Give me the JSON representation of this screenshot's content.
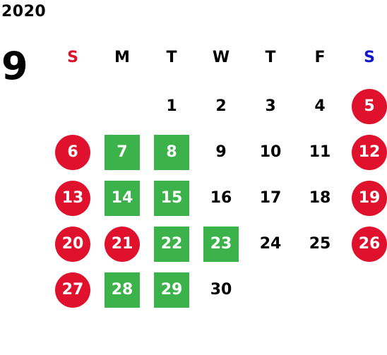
{
  "calendar": {
    "year": "2020",
    "month": "9",
    "weekdays": [
      "S",
      "M",
      "T",
      "W",
      "T",
      "F",
      "S"
    ],
    "weekday_colors": [
      "#e0112c",
      "#000000",
      "#000000",
      "#000000",
      "#000000",
      "#000000",
      "#1414d2"
    ],
    "colors": {
      "holiday": "#e0112c",
      "event": "#3cb24a",
      "normal_text": "#000000",
      "marked_text": "#ffffff"
    },
    "weeks": [
      [
        null,
        null,
        {
          "n": "1"
        },
        {
          "n": "2"
        },
        {
          "n": "3"
        },
        {
          "n": "4"
        },
        {
          "n": "5",
          "mark": "holiday"
        }
      ],
      [
        {
          "n": "6",
          "mark": "holiday"
        },
        {
          "n": "7",
          "mark": "event"
        },
        {
          "n": "8",
          "mark": "event"
        },
        {
          "n": "9"
        },
        {
          "n": "10"
        },
        {
          "n": "11"
        },
        {
          "n": "12",
          "mark": "holiday"
        }
      ],
      [
        {
          "n": "13",
          "mark": "holiday"
        },
        {
          "n": "14",
          "mark": "event"
        },
        {
          "n": "15",
          "mark": "event"
        },
        {
          "n": "16"
        },
        {
          "n": "17"
        },
        {
          "n": "18"
        },
        {
          "n": "19",
          "mark": "holiday"
        }
      ],
      [
        {
          "n": "20",
          "mark": "holiday"
        },
        {
          "n": "21",
          "mark": "holiday"
        },
        {
          "n": "22",
          "mark": "event"
        },
        {
          "n": "23",
          "mark": "event"
        },
        {
          "n": "24"
        },
        {
          "n": "25"
        },
        {
          "n": "26",
          "mark": "holiday"
        }
      ],
      [
        {
          "n": "27",
          "mark": "holiday"
        },
        {
          "n": "28",
          "mark": "event"
        },
        {
          "n": "29",
          "mark": "event"
        },
        {
          "n": "30"
        },
        null,
        null,
        null
      ]
    ]
  }
}
